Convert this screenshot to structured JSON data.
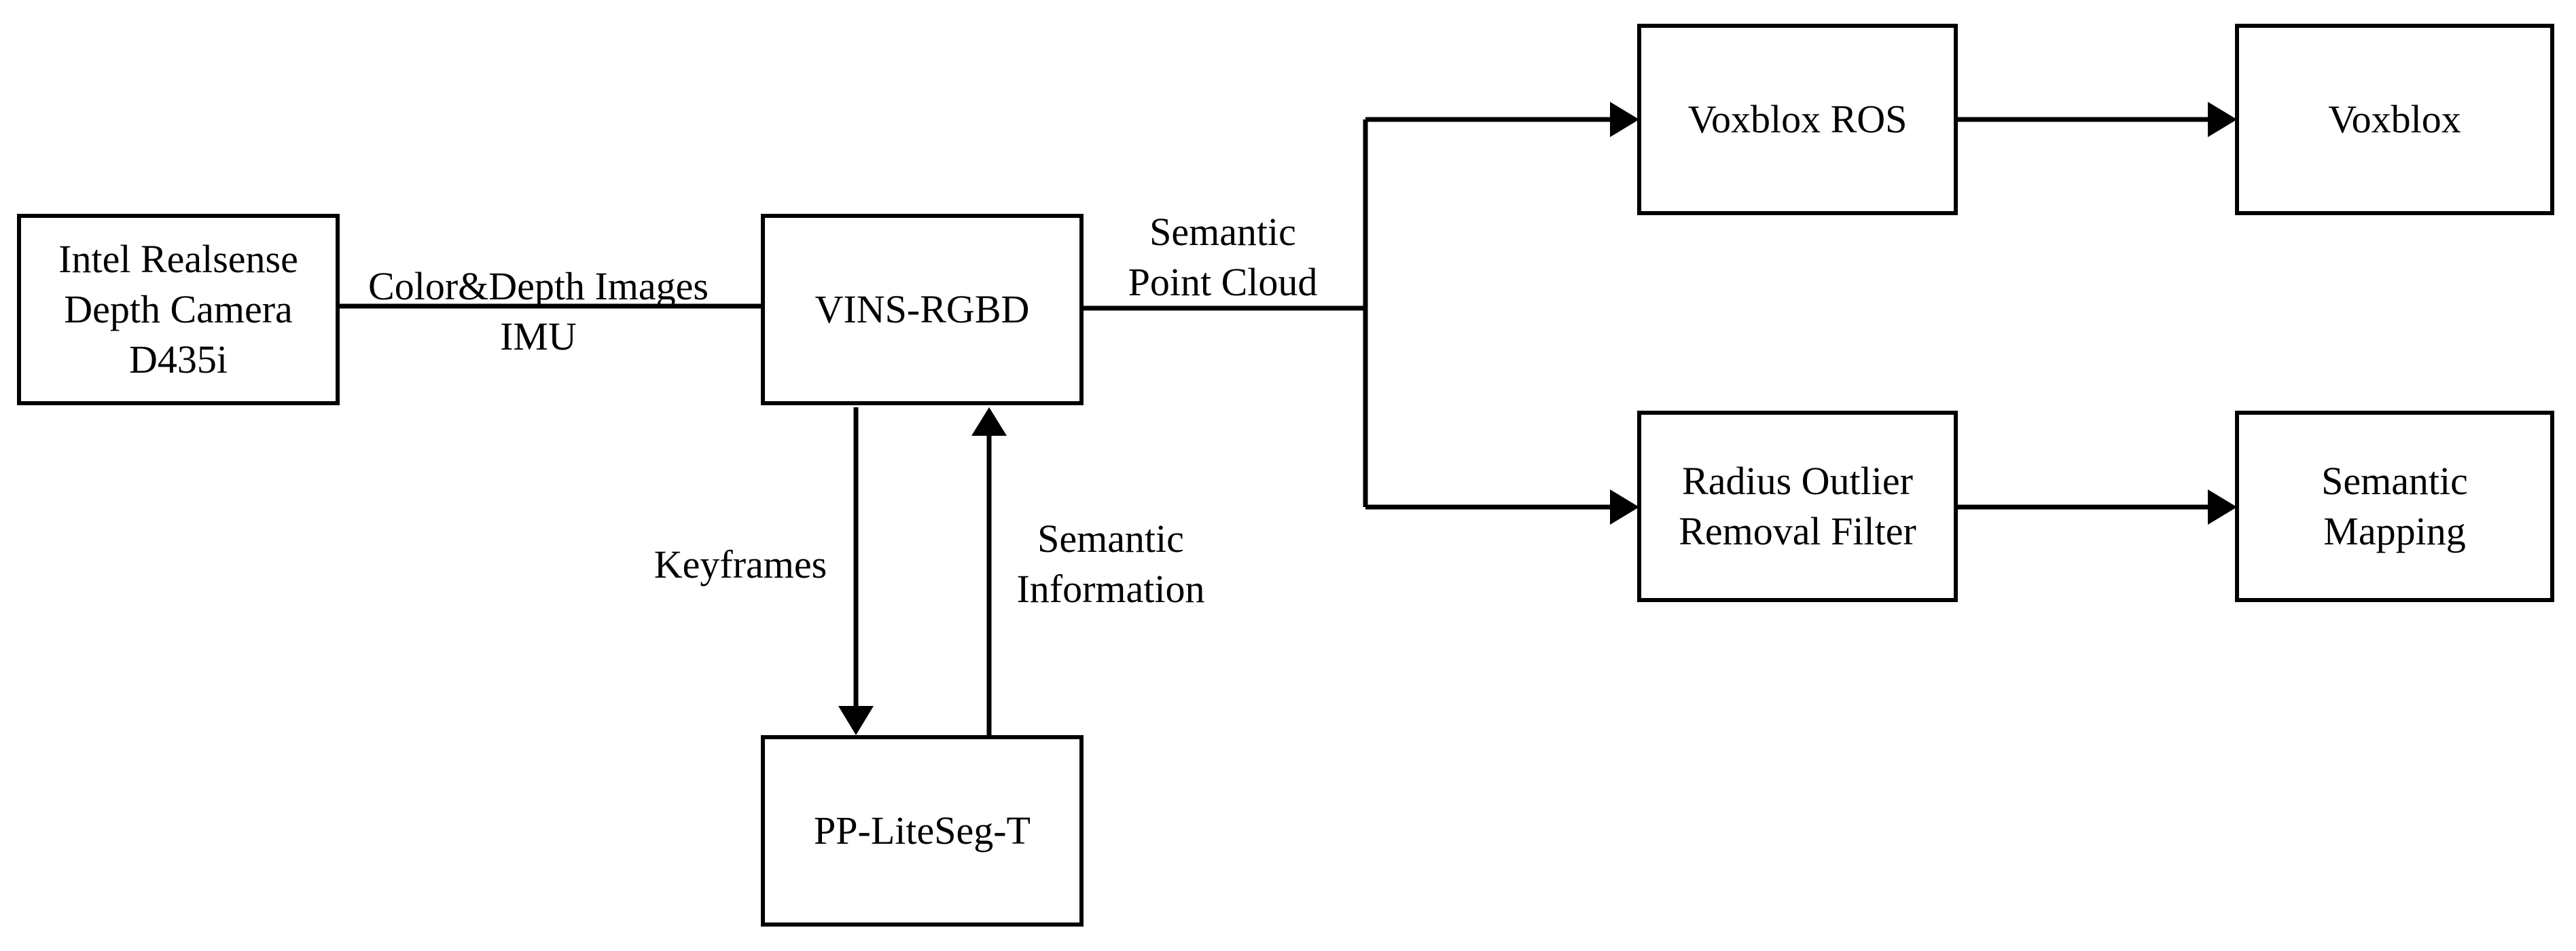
{
  "nodes": {
    "camera": {
      "lines": [
        "Intel Realsense",
        "Depth Camera",
        "D435i"
      ]
    },
    "vins": {
      "lines": [
        "VINS-RGBD"
      ]
    },
    "ppliteseg": {
      "lines": [
        "PP-LiteSeg-T"
      ]
    },
    "voxblox_ros": {
      "lines": [
        "Voxblox ROS"
      ]
    },
    "voxblox": {
      "lines": [
        "Voxblox"
      ]
    },
    "radius_filter": {
      "lines": [
        "Radius Outlier",
        "Removal Filter"
      ]
    },
    "semantic_mapping": {
      "lines": [
        "Semantic",
        "Mapping"
      ]
    }
  },
  "edges": {
    "camera_to_vins": {
      "lines": [
        "Color&Depth Images",
        "IMU"
      ]
    },
    "vins_to_ppliteseg": {
      "lines": [
        "Keyframes"
      ]
    },
    "ppliteseg_to_vins": {
      "lines": [
        "Semantic",
        "Information"
      ]
    },
    "vins_to_outputs": {
      "lines": [
        "Semantic",
        "Point Cloud"
      ]
    }
  }
}
